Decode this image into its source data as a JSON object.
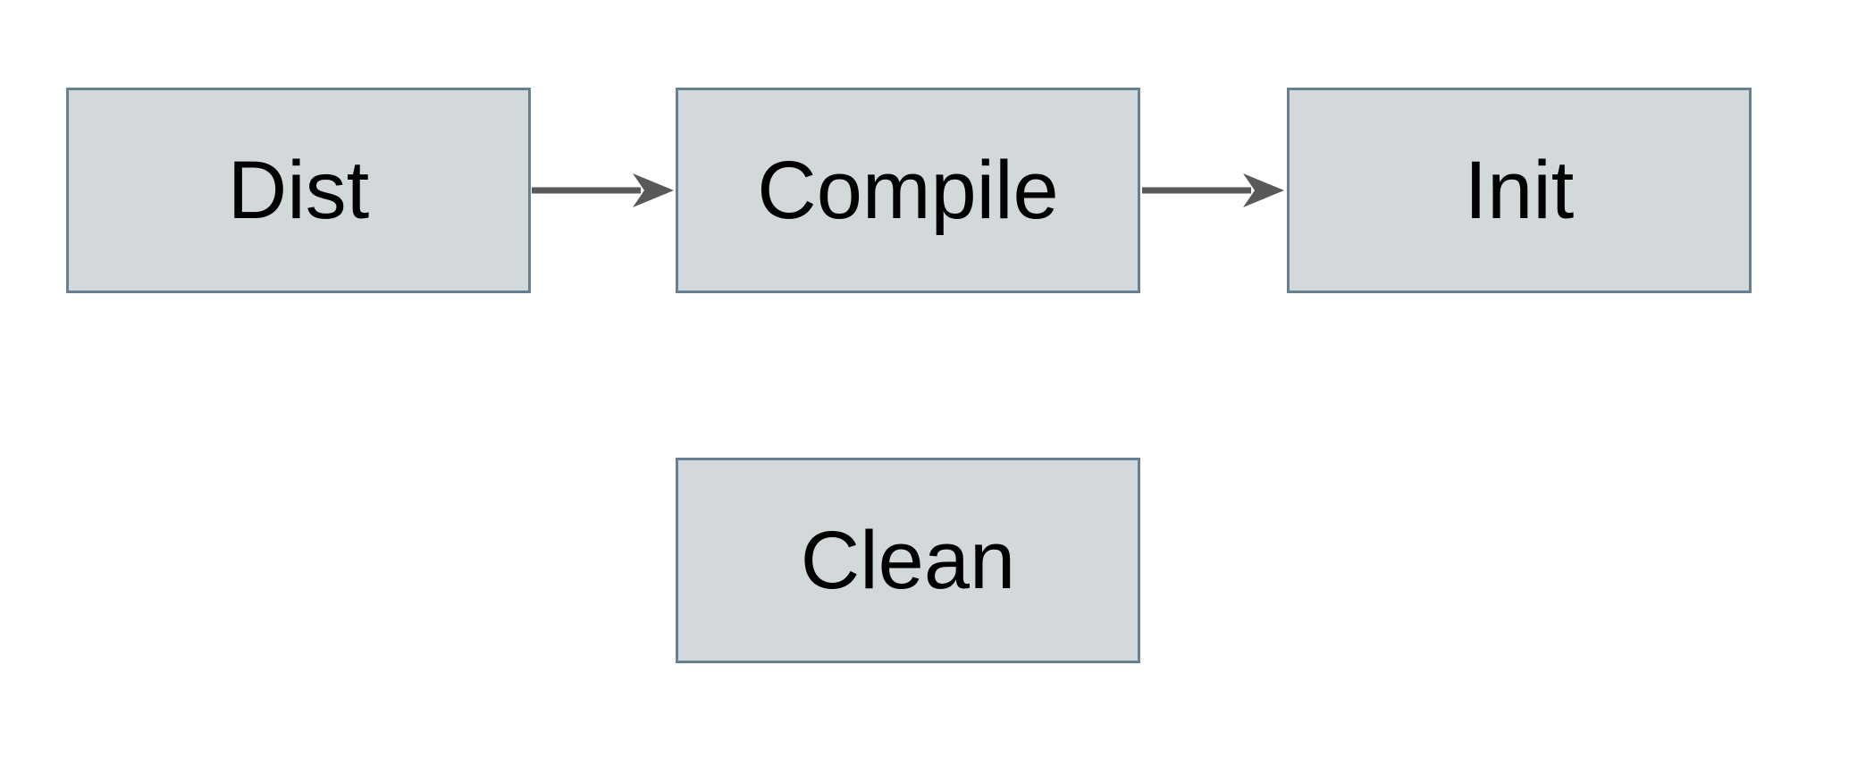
{
  "diagram": {
    "background": "#ffffff",
    "node_fill": "#d3d9da",
    "node_border": "#66808f",
    "arrow_color": "#595959",
    "text_color": "#000000",
    "nodes": [
      {
        "id": "dist",
        "label": "Dist"
      },
      {
        "id": "compile",
        "label": "Compile"
      },
      {
        "id": "init",
        "label": "Init"
      },
      {
        "id": "clean",
        "label": "Clean"
      }
    ],
    "edges": [
      {
        "from": "dist",
        "to": "compile"
      },
      {
        "from": "compile",
        "to": "init"
      }
    ]
  }
}
